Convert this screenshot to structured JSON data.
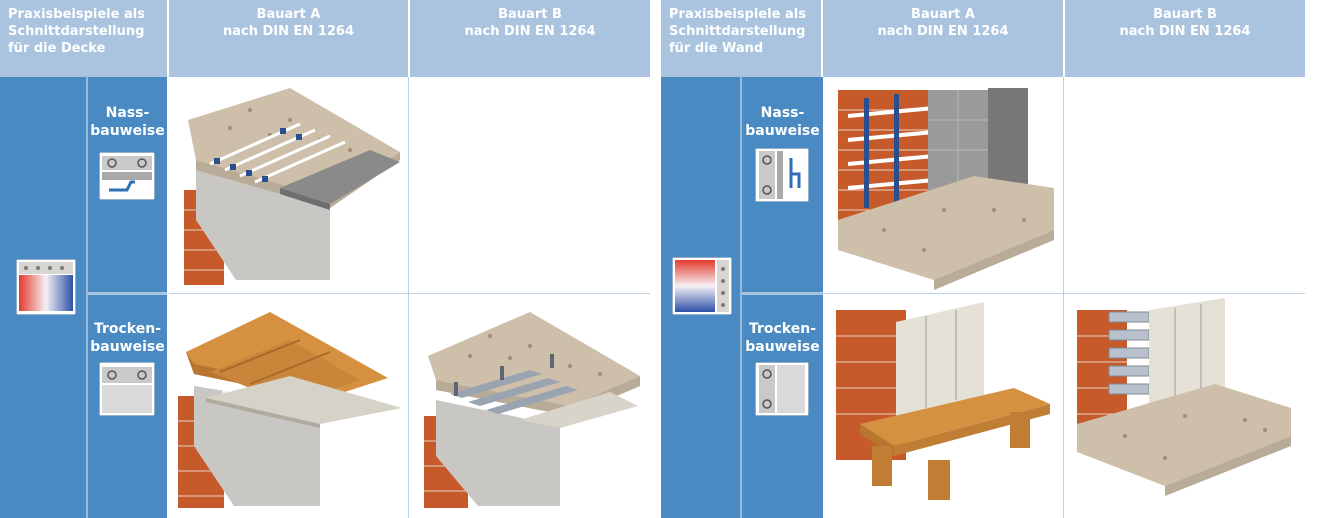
{
  "ceiling": {
    "header_label": "Praxisbeispiele als Schnittdarstellung für die Decke",
    "header_lines": [
      "Praxisbeispiele als",
      "Schnittdarstellung",
      "für die Decke"
    ],
    "col_a": {
      "line1": "Bauart A",
      "line2": "nach DIN EN 1264"
    },
    "col_b": {
      "line1": "Bauart B",
      "line2": "nach DIN EN 1264"
    },
    "wet": {
      "line1": "Nass-",
      "line2": "bauweise"
    },
    "dry": {
      "line1": "Trocken-",
      "line2": "bauweise"
    },
    "side_icon": "ceiling-heating-icon"
  },
  "wall": {
    "header_lines": [
      "Praxisbeispiele als",
      "Schnittdarstellung",
      "für die Wand"
    ],
    "col_a": {
      "line1": "Bauart A",
      "line2": "nach DIN EN 1264"
    },
    "col_b": {
      "line1": "Bauart B",
      "line2": "nach DIN EN 1264"
    },
    "wet": {
      "line1": "Nass-",
      "line2": "bauweise"
    },
    "dry": {
      "line1": "Trocken-",
      "line2": "bauweise"
    },
    "side_icon": "wall-heating-icon"
  },
  "colors": {
    "header": "#aac3df",
    "side": "#4a8ac2",
    "brick": "#c85a2a",
    "concrete": "#c9bfb0",
    "plaster": "#c8c6c2",
    "wood": "#d9943f"
  }
}
